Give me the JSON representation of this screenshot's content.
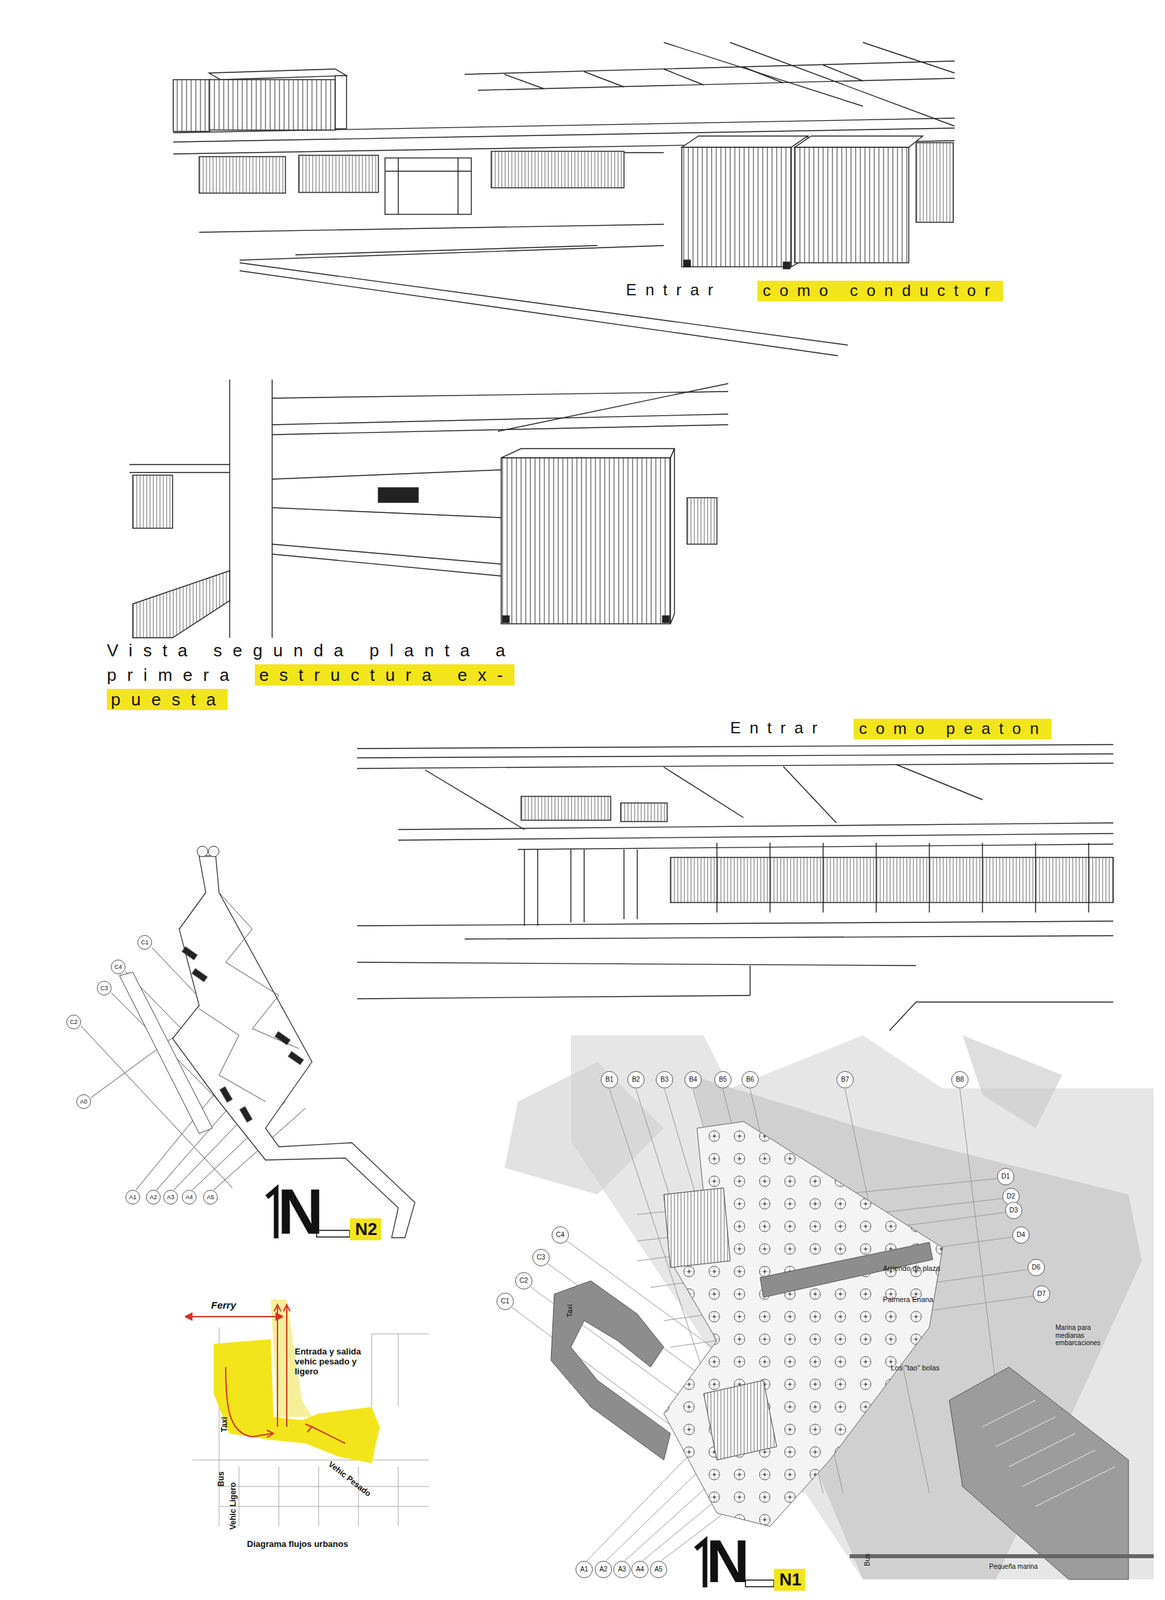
{
  "diagram": {
    "nodes": [
      {
        "text": [
          "como conductor"
        ]
      },
      {
        "text": [
          "estructura ex- puesta"
        ]
      },
      {
        "text": [
          "como peaton"
        ]
      },
      {
        "text": [
          "N2"
        ]
      },
      {
        "text": [
          "N1"
        ]
      },
      {
        "text": [
          "C1"
        ]
      },
      {
        "text": [
          "C4"
        ]
      },
      {
        "text": [
          "C3"
        ]
      },
      {
        "text": [
          "C2"
        ]
      },
      {
        "text": [
          "A0"
        ]
      },
      {
        "text": [
          "A1"
        ]
      },
      {
        "text": [
          "A2"
        ]
      },
      {
        "text": [
          "A3"
        ]
      },
      {
        "text": [
          "A4"
        ]
      },
      {
        "text": [
          "A5"
        ]
      },
      {
        "text": [
          "B1"
        ]
      },
      {
        "text": [
          "B2"
        ]
      },
      {
        "text": [
          "B3"
        ]
      },
      {
        "text": [
          "B4"
        ]
      },
      {
        "text": [
          "B5"
        ]
      },
      {
        "text": [
          "B6"
        ]
      },
      {
        "text": [
          "B7"
        ]
      },
      {
        "text": [
          "B8"
        ]
      },
      {
        "text": [
          "D1"
        ]
      },
      {
        "text": [
          "D2"
        ]
      },
      {
        "text": [
          "D3"
        ]
      },
      {
        "text": [
          "D4"
        ]
      },
      {
        "text": [
          "D6"
        ]
      },
      {
        "text": [
          "D7"
        ]
      },
      {
        "text": [
          "C4"
        ]
      },
      {
        "text": [
          "C3"
        ]
      },
      {
        "text": [
          "C2"
        ]
      },
      {
        "text": [
          "C1"
        ]
      },
      {
        "text": [
          "A1"
        ]
      },
      {
        "text": [
          "A2"
        ]
      },
      {
        "text": [
          "A3"
        ]
      },
      {
        "text": [
          "A4"
        ]
      },
      {
        "text": [
          "A5"
        ]
      }
    ],
    "edges": [],
    "labels": [
      "Entrar",
      "Vista segunda planta a primera",
      "Entrar",
      "N",
      "N",
      "Ferry",
      "Entrada y salida vehic pesado y ligero",
      "Taxi",
      "Bus",
      "Vehic Ligero",
      "Vehic Pesado",
      "Diagrama flujos urbanos",
      "Arriendo de plaza",
      "Palmera Enana",
      "Los \"tao\" bolas",
      "Marina para medianas embarcaciones",
      "Taxi",
      "Bus",
      "Pequeña marina"
    ]
  }
}
